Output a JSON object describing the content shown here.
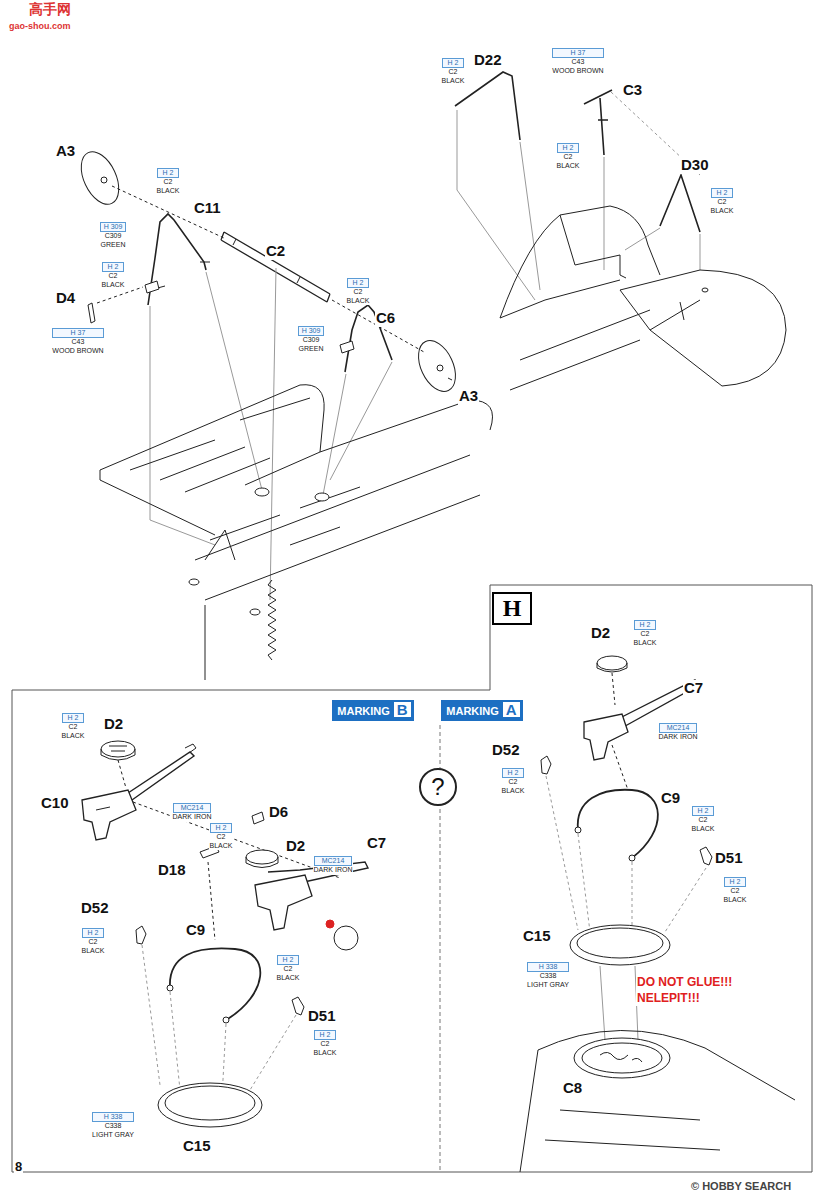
{
  "diagram": {
    "nodes": [
      {
        "text": [
          "H 2",
          "C2",
          "BLACK"
        ]
      },
      {
        "text": [
          "H 309",
          "C309",
          "GREEN"
        ]
      },
      {
        "text": [
          "H 2",
          "C2",
          "BLACK"
        ]
      },
      {
        "text": [
          "H 37",
          "C43",
          "WOOD BROWN"
        ]
      },
      {
        "text": [
          "H 2",
          "C2",
          "BLACK"
        ]
      },
      {
        "text": [
          "H 309",
          "C309",
          "GREEN"
        ]
      },
      {
        "text": [
          "H 2",
          "C2",
          "BLACK"
        ]
      },
      {
        "text": [
          "H 37",
          "C43",
          "WOOD BROWN"
        ]
      },
      {
        "text": [
          "H 2",
          "C2",
          "BLACK"
        ]
      },
      {
        "text": [
          "H 2",
          "C2",
          "BLACK"
        ]
      },
      {
        "text": [
          "H"
        ]
      },
      {
        "text": [
          "MARKING",
          "B"
        ]
      },
      {
        "text": [
          "MARKING",
          "A"
        ]
      },
      {
        "text": [
          "?"
        ]
      },
      {
        "text": [
          "H 2",
          "C2",
          "BLACK"
        ]
      },
      {
        "text": [
          "MC214",
          "DARK IRON"
        ]
      },
      {
        "text": [
          "H 2",
          "C2",
          "BLACK"
        ]
      },
      {
        "text": [
          "MC214",
          "DARK IRON"
        ]
      },
      {
        "text": [
          "H 2",
          "C2",
          "BLACK"
        ]
      },
      {
        "text": [
          "H 2",
          "C2",
          "BLACK"
        ]
      },
      {
        "text": [
          "H 2",
          "C2",
          "BLACK"
        ]
      },
      {
        "text": [
          "H 338",
          "C338",
          "LIGHT GRAY"
        ]
      },
      {
        "text": [
          "H 2",
          "C2",
          "BLACK"
        ]
      },
      {
        "text": [
          "MC214",
          "DARK IRON"
        ]
      },
      {
        "text": [
          "H 2",
          "C2",
          "BLACK"
        ]
      },
      {
        "text": [
          "H 2",
          "C2",
          "BLACK"
        ]
      },
      {
        "text": [
          "H 2",
          "C2",
          "BLACK"
        ]
      },
      {
        "text": [
          "H 338",
          "C338",
          "LIGHT GRAY"
        ]
      }
    ],
    "labels": [
      "高手网",
      "gao-shou.com",
      "A3",
      "C11",
      "C2",
      "D4",
      "C6",
      "A3",
      "D22",
      "C3",
      "D30",
      "D2",
      "C10",
      "D6",
      "D18",
      "D2",
      "C7",
      "D52",
      "C9",
      "D51",
      "C15",
      "D2",
      "C7",
      "D52",
      "C9",
      "D51",
      "C15",
      "DO NOT GLUE!!! NELEPIT!!!",
      "C8",
      "8",
      "© HOBBY SEARCH"
    ]
  }
}
